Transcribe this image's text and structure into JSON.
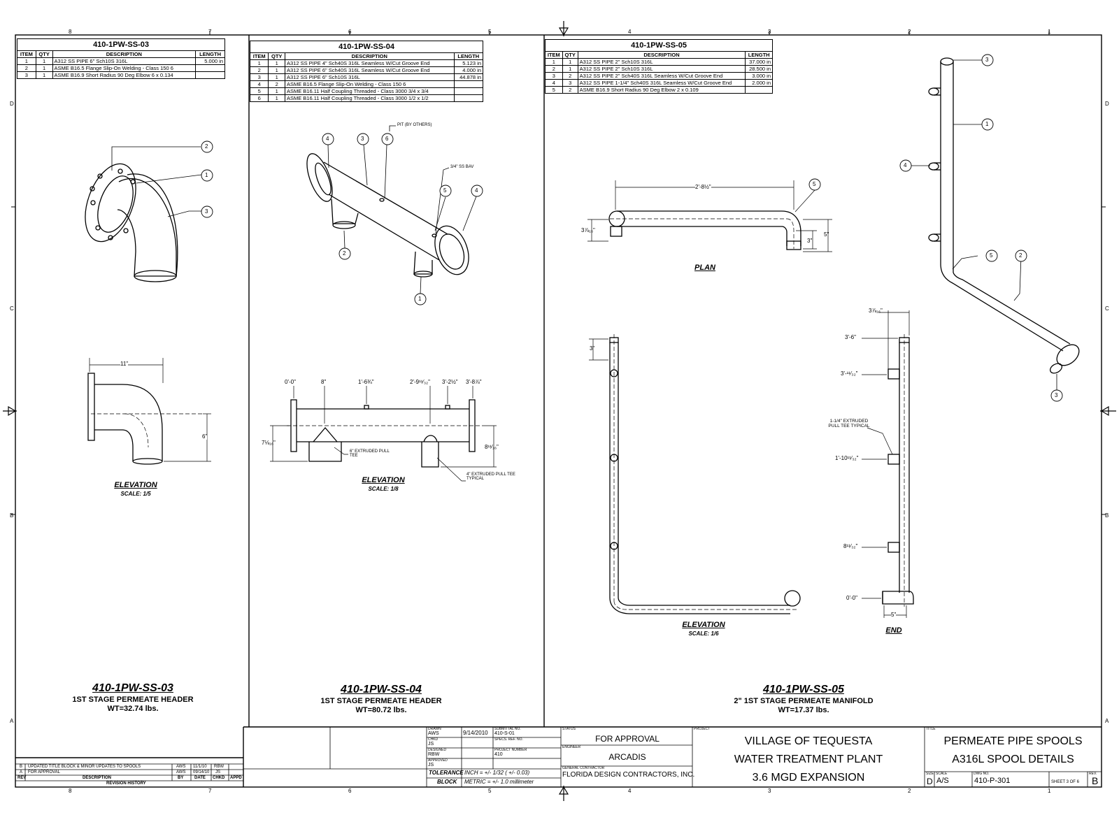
{
  "grid": {
    "columns": [
      "8",
      "7",
      "6",
      "5",
      "4",
      "3",
      "2",
      "1"
    ],
    "rows": [
      "D",
      "C",
      "B",
      "A"
    ]
  },
  "spools": [
    {
      "id": "410-1PW-SS-03",
      "table_title": "410-1PW-SS-03",
      "headers": [
        "ITEM",
        "QTY",
        "DESCRIPTION",
        "LENGTH"
      ],
      "rows": [
        [
          "1",
          "1",
          "A312 SS PIPE 6\" Sch10S 316L",
          "5.000 in"
        ],
        [
          "2",
          "1",
          "ASME B16.5 Flange Slip-On Welding - Class 150 6",
          ""
        ],
        [
          "3",
          "1",
          "ASME B16.9 Short Radius 90 Deg Elbow 6 x 0.134",
          ""
        ]
      ],
      "callouts": [
        "2",
        "1",
        "3"
      ],
      "view_label": "ELEVATION",
      "scale_label": "SCALE: 1/5",
      "dims": {
        "length": "11\"",
        "height": "6\""
      },
      "title": "410-1PW-SS-03",
      "subtitle": "1ST STAGE PERMEATE HEADER",
      "weight": "WT=32.74 lbs."
    },
    {
      "id": "410-1PW-SS-04",
      "table_title": "410-1PW-SS-04",
      "headers": [
        "ITEM",
        "QTY",
        "DESCRIPTION",
        "LENGTH"
      ],
      "rows": [
        [
          "1",
          "1",
          "A312 SS PIPE 4\" Sch40S 316L Seamless W/Cut Groove End",
          "5.123 in"
        ],
        [
          "2",
          "1",
          "A312 SS PIPE 6\" Sch40S 316L Seamless W/Cut Groove End",
          "4.000 in"
        ],
        [
          "3",
          "1",
          "A312 SS PIPE 6\" Sch10S 316L",
          "44.878 in"
        ],
        [
          "4",
          "2",
          "ASME B16.5 Flange Slip-On Welding - Class 150 6",
          ""
        ],
        [
          "5",
          "1",
          "ASME B16.11 Half Coupling Threaded - Class 3000 3/4 x 3/4",
          ""
        ],
        [
          "6",
          "1",
          "ASME B16.11 Half Coupling Threaded - Class 3000 1/2 x 1/2",
          ""
        ]
      ],
      "notes": {
        "pit": "PIT (BY OTHERS)",
        "bav": "3/4\" SS BAV",
        "tee6": "6\" EXTRUDED PULL TEE",
        "tee4": "4\" EXTRUDED PULL TEE TYPICAL"
      },
      "callouts": [
        "4",
        "3",
        "6",
        "5",
        "4",
        "2",
        "1"
      ],
      "dims": {
        "d0": "0'-0\"",
        "d1": "8\"",
        "d2": "1'-6¾\"",
        "d3": "2'-9¹¹⁄₃₂\"",
        "d4": "3'-2½\"",
        "d5": "3'-8⅞\"",
        "left": "7⅛₁₆\"",
        "right": "8¹¹⁄₁₆\""
      },
      "view_label": "ELEVATION",
      "scale_label": "SCALE: 1/8",
      "title": "410-1PW-SS-04",
      "subtitle": "1ST STAGE PERMEATE HEADER",
      "weight": "WT=80.72 lbs."
    },
    {
      "id": "410-1PW-SS-05",
      "table_title": "410-1PW-SS-05",
      "headers": [
        "ITEM",
        "QTY",
        "DESCRIPTION",
        "LENGTH"
      ],
      "rows": [
        [
          "1",
          "1",
          "A312 SS PIPE 2\" Sch10S 316L",
          "37.000 in"
        ],
        [
          "2",
          "1",
          "A312 SS PIPE 2\" Sch10S 316L",
          "28.500 in"
        ],
        [
          "3",
          "2",
          "A312 SS PIPE 2\" Sch40S 316L Seamless W/Cut Groove End",
          "3.000 in"
        ],
        [
          "4",
          "3",
          "A312 SS PIPE 1-1/4\" Sch40S 316L Seamless W/Cut Groove End",
          "2.000 in"
        ],
        [
          "5",
          "2",
          "ASME B16.9 Short Radius 90 Deg Elbow 2 x 0.109",
          ""
        ]
      ],
      "plan_label": "PLAN",
      "elev_label": "ELEVATION",
      "elev_scale": "SCALE: 1/6",
      "end_label": "END",
      "plan_dims": {
        "len": "2'-8½\"",
        "left": "3⅞₁₆\"",
        "right5": "5\"",
        "right3": "3\""
      },
      "elev_dims": {
        "top": "3\""
      },
      "end_dims": {
        "top": "3⅞₁₆\"",
        "d36": "3'-6\"",
        "d311": "3'-¹¹⁄₃₂\"",
        "d110": "1'-10¹¹⁄₃₂\"",
        "d8": "8¹¹⁄₃₂\"",
        "d0": "0'-0\"",
        "w": "5\""
      },
      "tee_note": "1-1/4\" EXTRUDED PULL TEE TYPICAL",
      "callouts": [
        "3",
        "1",
        "4",
        "5",
        "2",
        "3",
        "5"
      ],
      "title": "410-1PW-SS-05",
      "subtitle": "2\" 1ST STAGE PERMEATE MANIFOLD",
      "weight": "WT=17.37 lbs."
    }
  ],
  "revision": {
    "rows": [
      {
        "rev": "B",
        "desc": "UPDATED TITLE BLOCK & MINOR UPDATES TO SPOOLS",
        "by": "AWS",
        "date": "11/1/10",
        "chkd": "RBW",
        "appd": ""
      },
      {
        "rev": "A",
        "desc": "FOR APPROVAL",
        "by": "AWS",
        "date": "09/14/10",
        "chkd": "JS",
        "appd": ""
      }
    ],
    "headers": {
      "rev": "REV",
      "desc": "DESCRIPTION",
      "by": "BY",
      "date": "DATE",
      "chkd": "CHKD",
      "appd": "APPD"
    },
    "caption": "REVISION HISTORY"
  },
  "title_block": {
    "drawn_lbl": "DRAWN",
    "drawn": "AWS",
    "date": "9/14/2010",
    "checked_lbl": "CHKD",
    "checked": "JS",
    "designed_lbl": "DESIGNED",
    "designed": "RBW",
    "approved_lbl": "APPROVED",
    "approved": "JS",
    "sub_lbl": "SUBMITTAL NO.",
    "sub": "410-S-01",
    "spec_lbl": "SPECS. REF. NO.",
    "spec": "",
    "proj_no_lbl": "PROJECT NUMBER",
    "proj_no": "410",
    "tolerance": "TOLERANCE",
    "block": "BLOCK",
    "inch": "INCH = +/- 1/32 ( +/- 0.03)",
    "metric": "METRIC = +/- 1.0 millimeter",
    "status_lbl": "STATUS",
    "status": "FOR APPROVAL",
    "engineer_lbl": "ENGINEER",
    "engineer": "ARCADIS",
    "contractor_lbl": "GENERAL CONTRACTOR",
    "contractor": "FLORIDA DESIGN CONTRACTORS, INC.",
    "project_lbl": "PROJECT",
    "project": [
      "VILLAGE OF TEQUESTA",
      "WATER TREATMENT PLANT",
      "3.6 MGD EXPANSION"
    ],
    "title_lbl": "TITLE",
    "title": [
      "PERMEATE PIPE SPOOLS",
      "A316L SPOOL DETAILS"
    ],
    "size_lbl": "SIZE",
    "size": "D",
    "scale_lbl": "SCALE",
    "scale": "A/S",
    "dwg_lbl": "DWG NO.",
    "dwg": "410-P-301",
    "sheet": "SHEET 3 OF 6",
    "rev_lbl": "REV.",
    "rev": "B"
  }
}
